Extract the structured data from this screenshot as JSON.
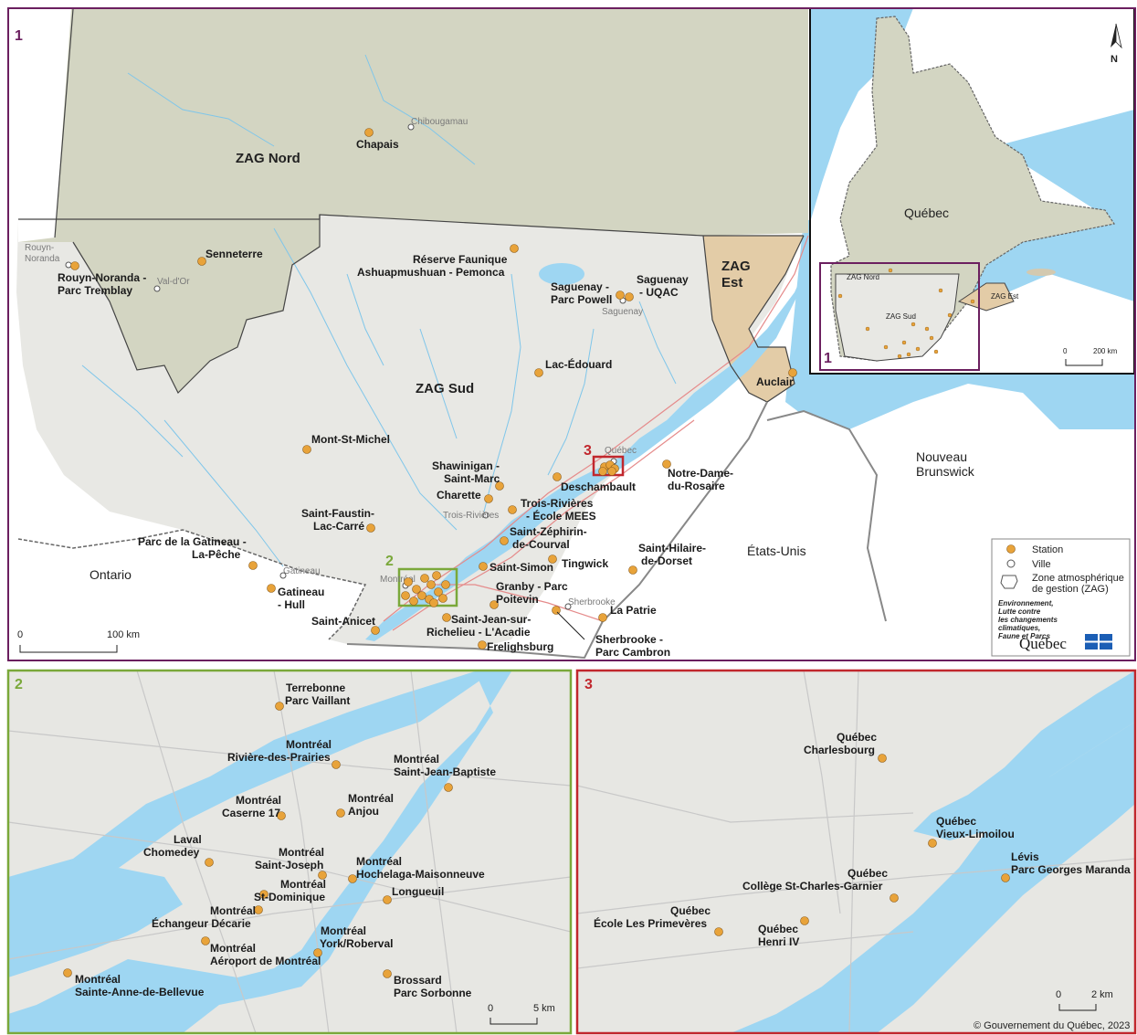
{
  "colors": {
    "water": "#9ed6f2",
    "land": "#e8e8e4",
    "zag_nord": "#d3d5c2",
    "zag_est": "#e3cca7",
    "station": "#e8a33a",
    "panel1_border": "#6b1f5f",
    "panel2_border": "#7aa83a",
    "panel3_border": "#c1272d"
  },
  "panel1": {
    "number": "1",
    "zag_nord": "ZAG Nord",
    "zag_sud": "ZAG Sud",
    "zag_est_1": "ZAG",
    "zag_est_2": "Est",
    "ontario": "Ontario",
    "etats_unis": "États-Unis",
    "nouveau_1": "Nouveau",
    "nouveau_2": "Brunswick",
    "scale_0": "0",
    "scale_100": "100 km",
    "inset2_num": "2",
    "inset3_num": "3",
    "villes": {
      "chibougamau": "Chibougamau",
      "rouyn_1": "Rouyn-",
      "rouyn_2": "Noranda",
      "valdor": "Val-d'Or",
      "saguenay": "Saguenay",
      "quebec": "Québec",
      "trois_rivieres": "Trois-Rivières",
      "montreal": "Montréal",
      "gatineau": "Gatineau",
      "sherbrooke": "Sherbrooke"
    },
    "stations": {
      "chapais": "Chapais",
      "senneterre": "Senneterre",
      "rouyn_1": "Rouyn-Noranda -",
      "rouyn_2": "Parc Tremblay",
      "reserve_1": "Réserve Faunique",
      "reserve_2": "Ashuapmushuan - Pemonca",
      "sag_powell_1": "Saguenay -",
      "sag_powell_2": "Parc Powell",
      "sag_uqac_1": "Saguenay",
      "sag_uqac_2": "- UQAC",
      "lac_edouard": "Lac-Édouard",
      "auclair": "Auclair",
      "mont_st_michel": "Mont-St-Michel",
      "shawinigan_1": "Shawinigan -",
      "shawinigan_2": "Saint-Marc",
      "charette": "Charette",
      "deschambault": "Deschambault",
      "notre_dame_1": "Notre-Dame-",
      "notre_dame_2": "du-Rosaire",
      "trois_riv_1": "Trois-Rivières",
      "trois_riv_2": "- École MEES",
      "saint_faustin_1": "Saint-Faustin-",
      "saint_faustin_2": "Lac-Carré",
      "st_zephirin_1": "Saint-Zéphirin-",
      "st_zephirin_2": "de-Courval",
      "parc_gatineau_1": "Parc de la Gatineau -",
      "parc_gatineau_2": "La-Pêche",
      "saint_simon": "Saint-Simon",
      "tingwick": "Tingwick",
      "st_hilaire_1": "Saint-Hilaire-",
      "st_hilaire_2": "de-Dorset",
      "granby_1": "Granby - Parc",
      "granby_2": "Poitevin",
      "gatineau_hull_1": "Gatineau",
      "gatineau_hull_2": "- Hull",
      "saint_anicet": "Saint-Anicet",
      "st_jean_1": "Saint-Jean-sur-",
      "st_jean_2": "Richelieu - L'Acadie",
      "la_patrie": "La Patrie",
      "frelighsburg": "Frelighsburg",
      "sherbrooke_1": "Sherbrooke -",
      "sherbrooke_2": "Parc Cambron"
    }
  },
  "overview": {
    "quebec": "Québec",
    "zag_nord": "ZAG Nord",
    "zag_sud": "ZAG Sud",
    "zag_est": "ZAG Est",
    "num": "1",
    "scale_0": "0",
    "scale_200": "200 km",
    "north": "N"
  },
  "legend": {
    "station": "Station",
    "ville": "Ville",
    "zag_1": "Zone atmosphérique",
    "zag_2": "de gestion (ZAG)",
    "ministry_1": "Environnement,",
    "ministry_2": "Lutte contre",
    "ministry_3": "les changements",
    "ministry_4": "climatiques,",
    "ministry_5": "Faune et Parcs",
    "quebec_logo": "Québec"
  },
  "panel2": {
    "number": "2",
    "scale_0": "0",
    "scale_5": "5 km",
    "stations": {
      "terrebonne_1": "Terrebonne",
      "terrebonne_2": "Parc Vaillant",
      "rdp_1": "Montréal",
      "rdp_2": "Rivière-des-Prairies",
      "sjb_1": "Montréal",
      "sjb_2": "Saint-Jean-Baptiste",
      "caserne_1": "Montréal",
      "caserne_2": "Caserne 17",
      "anjou_1": "Montréal",
      "anjou_2": "Anjou",
      "laval_1": "Laval",
      "laval_2": "Chomedey",
      "sjoseph_1": "Montréal",
      "sjoseph_2": "Saint-Joseph",
      "hm_1": "Montréal",
      "hm_2": "Hochelaga-Maisonneuve",
      "stdom_1": "Montréal",
      "stdom_2": "St-Dominique",
      "longueuil": "Longueuil",
      "decarie_1": "Montréal",
      "decarie_2": "Échangeur Décarie",
      "york_1": "Montréal",
      "york_2": "York/Roberval",
      "aero_1": "Montréal",
      "aero_2": "Aéroport de Montréal",
      "sab_1": "Montréal",
      "sab_2": "Sainte-Anne-de-Bellevue",
      "brossard_1": "Brossard",
      "brossard_2": "Parc Sorbonne"
    }
  },
  "panel3": {
    "number": "3",
    "scale_0": "0",
    "scale_2": "2 km",
    "copyright": "© Gouvernement du Québec, 2023",
    "stations": {
      "charlesbourg_1": "Québec",
      "charlesbourg_2": "Charlesbourg",
      "vieux_1": "Québec",
      "vieux_2": "Vieux-Limoilou",
      "levis_1": "Lévis",
      "levis_2": "Parc Georges Maranda",
      "garnier_1": "Québec",
      "garnier_2": "Collège St-Charles-Garnier",
      "prim_1": "Québec",
      "prim_2": "École Les Primevères",
      "henri_1": "Québec",
      "henri_2": "Henri IV"
    }
  }
}
